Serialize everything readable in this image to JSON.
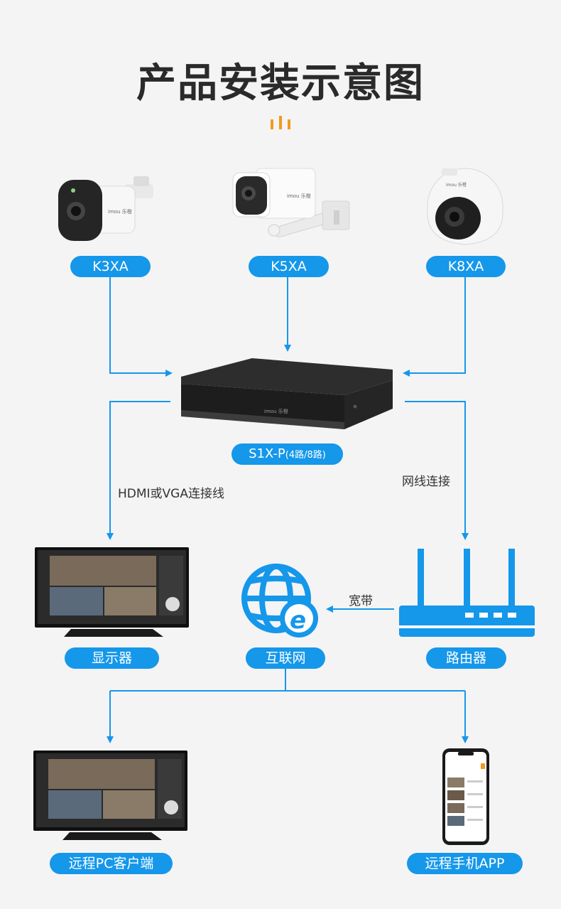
{
  "page": {
    "title": "产品安装示意图",
    "accent_color": "#1597ea"
  },
  "devices": {
    "camera1": {
      "label": "K3XA",
      "brand": "imou 乐橙",
      "icon": "bullet-camera-icon"
    },
    "camera2": {
      "label": "K5XA",
      "brand": "imou 乐橙",
      "icon": "bullet-camera-bracket-icon"
    },
    "camera3": {
      "label": "K8XA",
      "brand": "imou 乐橙",
      "icon": "dome-camera-icon"
    },
    "nvr": {
      "label": "S1X-P",
      "label_suffix": "(4路/8路)",
      "brand": "imou 乐橙",
      "icon": "nvr-icon"
    },
    "monitor": {
      "label": "显示器",
      "icon": "monitor-icon"
    },
    "internet": {
      "label": "互联网",
      "icon": "globe-internet-icon"
    },
    "router": {
      "label": "路由器",
      "icon": "router-icon"
    },
    "remote_pc": {
      "label": "远程PC客户端",
      "icon": "monitor-icon"
    },
    "remote_app": {
      "label": "远程手机APP",
      "icon": "smartphone-icon"
    }
  },
  "connections": {
    "hdmi_vga": "HDMI或VGA连接线",
    "network_cable": "网线连接",
    "broadband": "宽带"
  }
}
